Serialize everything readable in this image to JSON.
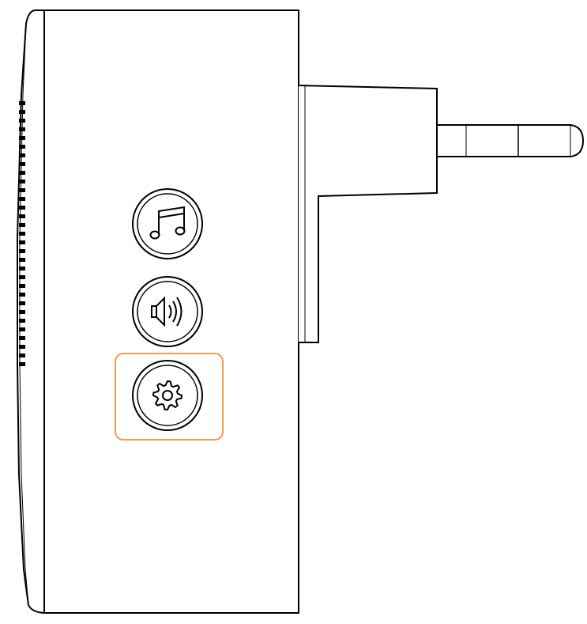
{
  "device": {
    "view": "side",
    "plug": "two-pin-euro-plug"
  },
  "buttons": [
    {
      "id": "melody",
      "icon": "music-note-icon",
      "highlighted": false
    },
    {
      "id": "volume",
      "icon": "speaker-volume-icon",
      "highlighted": false
    },
    {
      "id": "settings",
      "icon": "gear-icon",
      "highlighted": true
    }
  ],
  "colors": {
    "outline": "#000000",
    "highlight": "#F39A4B",
    "background": "#FFFFFF"
  }
}
